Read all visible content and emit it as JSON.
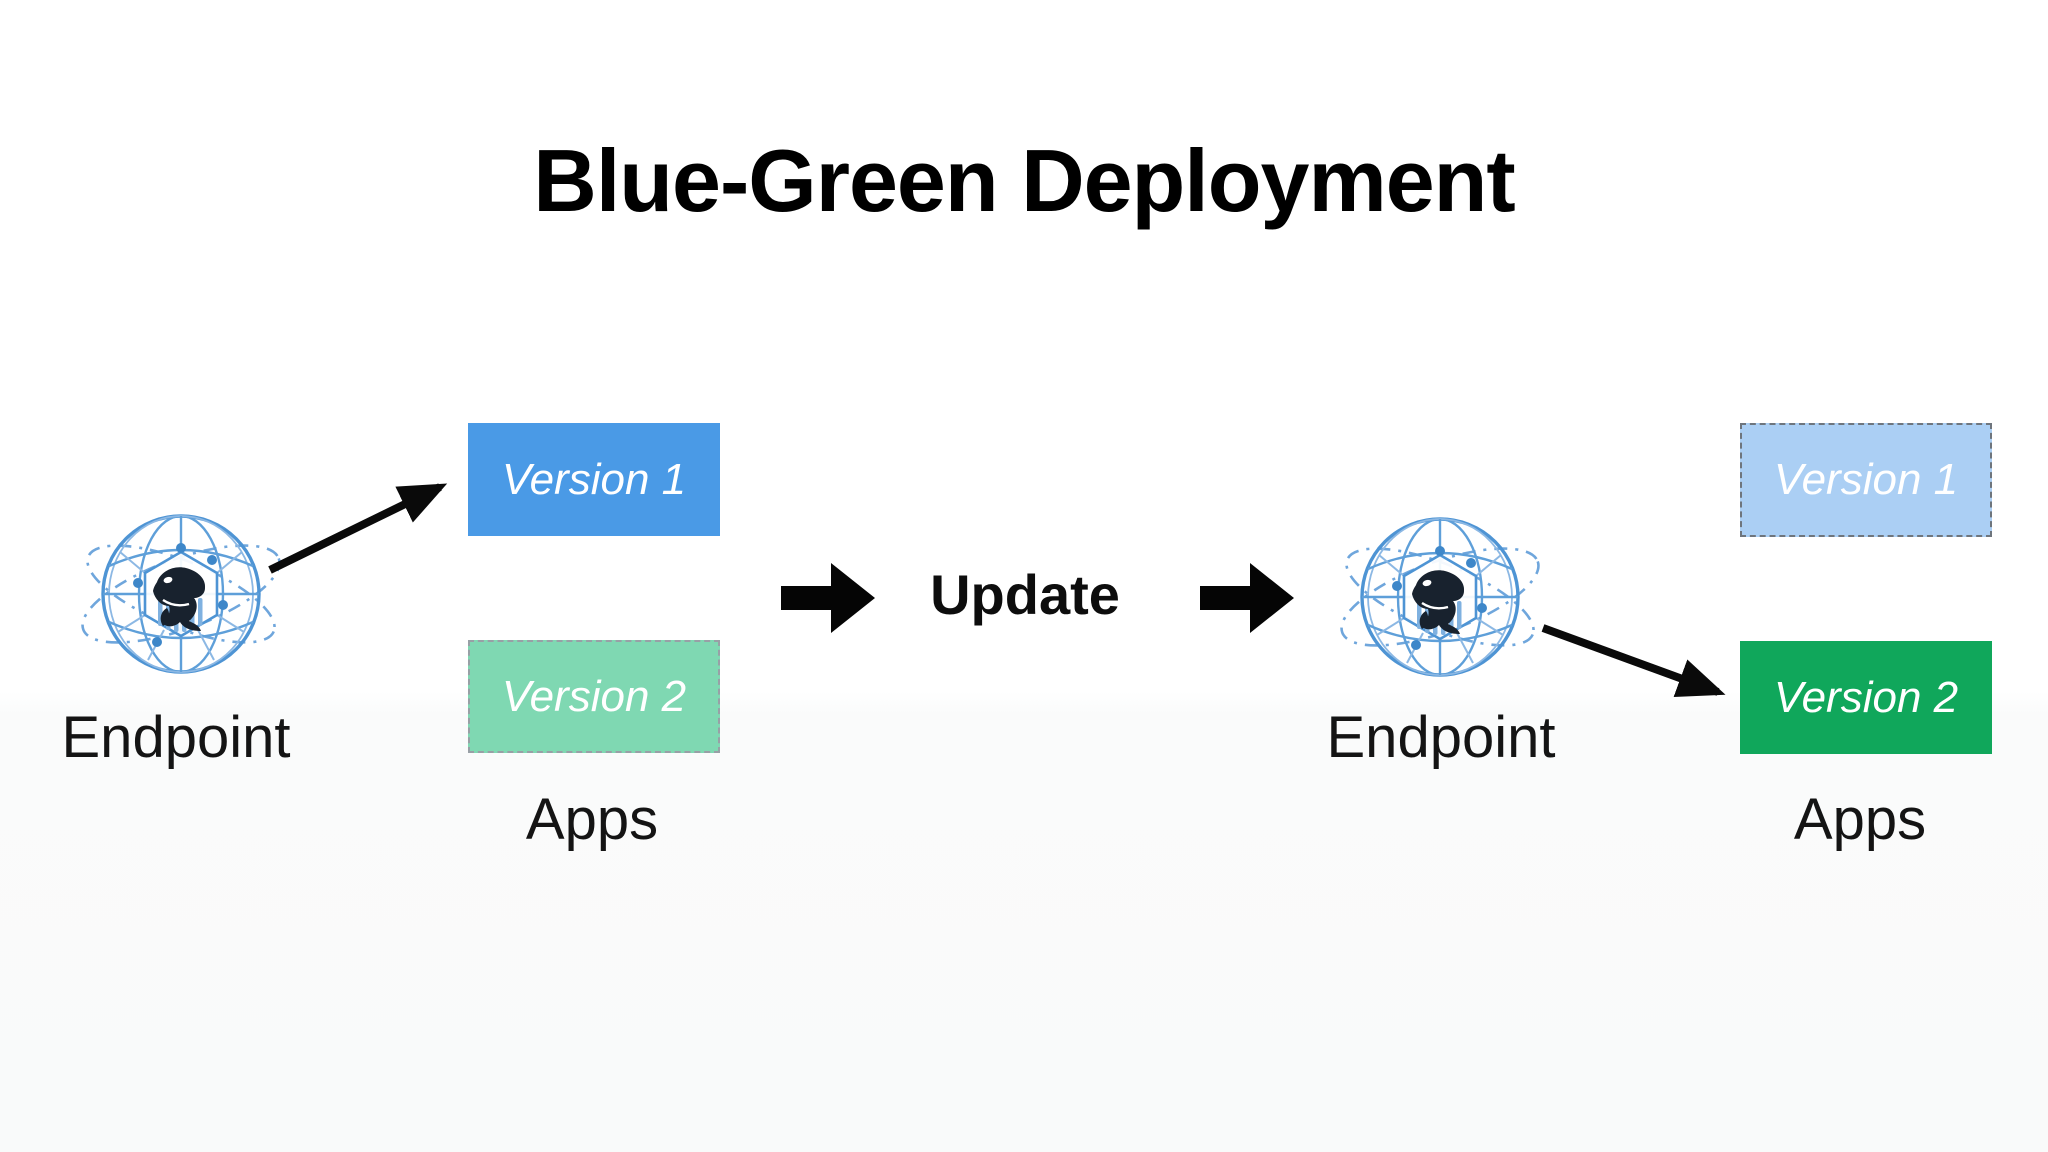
{
  "title": "Blue-Green Deployment",
  "update_label": "Update",
  "before": {
    "endpoint_label": "Endpoint",
    "apps_label": "Apps",
    "versions": [
      {
        "label": "Version 1",
        "style": "solid",
        "color": "#4A9AE6"
      },
      {
        "label": "Version 2",
        "style": "dashed",
        "color": "#7FD8B2"
      }
    ]
  },
  "after": {
    "endpoint_label": "Endpoint",
    "apps_label": "Apps",
    "versions": [
      {
        "label": "Version 1",
        "style": "dashed",
        "color": "#ABCFF4"
      },
      {
        "label": "Version 2",
        "style": "solid",
        "color": "#10A75B"
      }
    ]
  },
  "colors": {
    "globe_blue": "#4E94D4",
    "arrow_black": "#0a0a0a",
    "version_text": "#ffffff",
    "dashed_border_light": "#98a0a6",
    "dashed_border_dark": "#6e757d"
  },
  "icons": {
    "endpoint": "globe-orbit-orca-icon",
    "flow": "block-arrow-right-icon",
    "routing": "thin-arrow-icon"
  }
}
